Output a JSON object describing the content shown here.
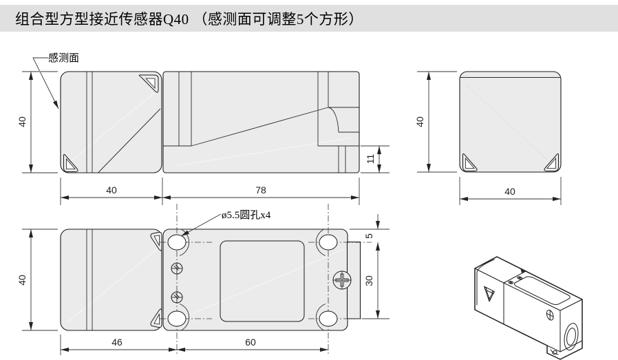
{
  "title": "组合型方型接近传感器Q40 （感测面可调整5个方形）",
  "side_view": {
    "sensing_face_label": "感测面",
    "dim_height": "40",
    "dim_head_length": "40",
    "dim_body_length": "78",
    "dim_step_height": "11"
  },
  "front_view": {
    "dim_height": "40",
    "dim_width": "40"
  },
  "top_view": {
    "hole_callout": "ø5.5圆孔x4",
    "dim_height": "40",
    "dim_head_length": "46",
    "dim_hole_spacing": "60",
    "dim_hole_edge_offset": "5",
    "dim_end_width": "30"
  },
  "colors": {
    "part_fill": "#ebebeb",
    "line_color": "#1a1a1a",
    "titlebar_bg": "#e0e0e0"
  }
}
